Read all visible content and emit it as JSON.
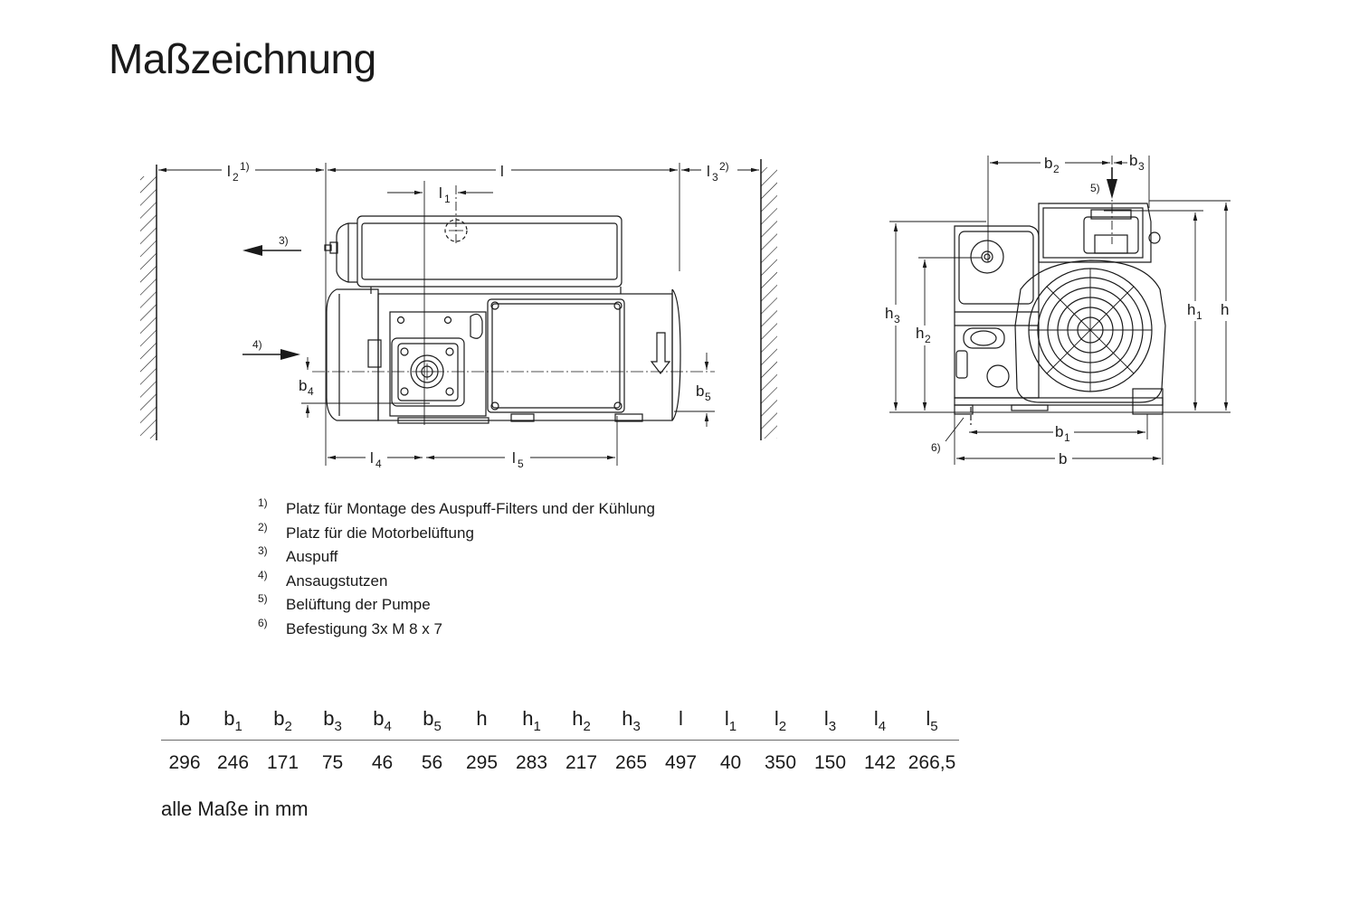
{
  "title": "Maßzeichnung",
  "drawing": {
    "side_view_labels": [
      "l2",
      "1)",
      "l",
      "l3",
      "2)",
      "l1",
      "3)",
      "4)",
      "b4",
      "b5",
      "l4",
      "l5"
    ],
    "front_view_labels": [
      "b2",
      "b3",
      "5)",
      "h3",
      "h2",
      "h1",
      "h",
      "b1",
      "b",
      "6)"
    ]
  },
  "footnotes": [
    {
      "mark": "1)",
      "text": "Platz für Montage des Auspuff-Filters und der Kühlung"
    },
    {
      "mark": "2)",
      "text": "Platz für die Motorbelüftung"
    },
    {
      "mark": "3)",
      "text": "Auspuff"
    },
    {
      "mark": "4)",
      "text": "Ansaugstutzen"
    },
    {
      "mark": "5)",
      "text": "Belüftung der Pumpe"
    },
    {
      "mark": "6)",
      "text": "Befestigung 3x M 8 x 7"
    }
  ],
  "dimensions_table": {
    "headers": [
      {
        "base": "b",
        "sub": ""
      },
      {
        "base": "b",
        "sub": "1"
      },
      {
        "base": "b",
        "sub": "2"
      },
      {
        "base": "b",
        "sub": "3"
      },
      {
        "base": "b",
        "sub": "4"
      },
      {
        "base": "b",
        "sub": "5"
      },
      {
        "base": "h",
        "sub": ""
      },
      {
        "base": "h",
        "sub": "1"
      },
      {
        "base": "h",
        "sub": "2"
      },
      {
        "base": "h",
        "sub": "3"
      },
      {
        "base": "l",
        "sub": ""
      },
      {
        "base": "l",
        "sub": "1"
      },
      {
        "base": "l",
        "sub": "2"
      },
      {
        "base": "l",
        "sub": "3"
      },
      {
        "base": "l",
        "sub": "4"
      },
      {
        "base": "l",
        "sub": "5"
      }
    ],
    "values": [
      "296",
      "246",
      "171",
      "75",
      "46",
      "56",
      "295",
      "283",
      "217",
      "265",
      "497",
      "40",
      "350",
      "150",
      "142",
      "266,5"
    ]
  },
  "units_note": "alle Maße in mm"
}
